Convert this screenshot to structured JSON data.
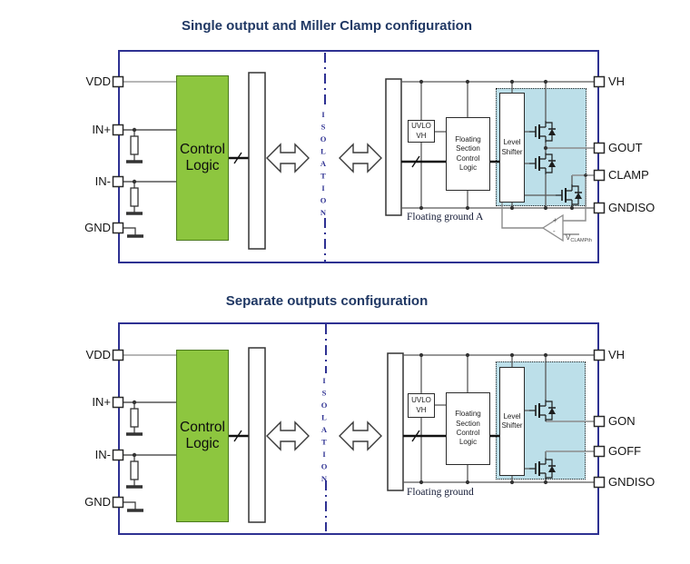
{
  "colors": {
    "outer_border": "#2e3192",
    "title_text": "#203864",
    "control_logic_green": "#8dc63f",
    "output_stage_blue": "#bcdfe9",
    "isolation_blue": "#2e3192",
    "wire_gray": "#8c8c8c",
    "wire_dark": "#333333"
  },
  "diagrams": [
    {
      "title": "Single output and Miller Clamp configuration",
      "left_pins": [
        "VDD",
        "IN+",
        "IN-",
        "GND"
      ],
      "right_pins": [
        "VH",
        "GOUT",
        "CLAMP",
        "GNDISO"
      ],
      "blocks": {
        "control_logic": "Control\nLogic",
        "uvlo": "UVLO\nVH",
        "floating_section": "Floating\nSection\nControl\nLogic",
        "level_shifter": "Level\nShifter"
      },
      "isolation_label": "ISOLATION",
      "ground_label": "Floating ground A",
      "comparator": {
        "plus": "+",
        "minus": "-",
        "ref_main": "V",
        "ref_sub": "CLAMPth"
      }
    },
    {
      "title": "Separate outputs configuration",
      "left_pins": [
        "VDD",
        "IN+",
        "IN-",
        "GND"
      ],
      "right_pins": [
        "VH",
        "GON",
        "GOFF",
        "GNDISO"
      ],
      "blocks": {
        "control_logic": "Control\nLogic",
        "uvlo": "UVLO\nVH",
        "floating_section": "Floating\nSection\nControl\nLogic",
        "level_shifter": "Level\nShifter"
      },
      "isolation_label": "ISOLATION",
      "ground_label": "Floating ground"
    }
  ]
}
